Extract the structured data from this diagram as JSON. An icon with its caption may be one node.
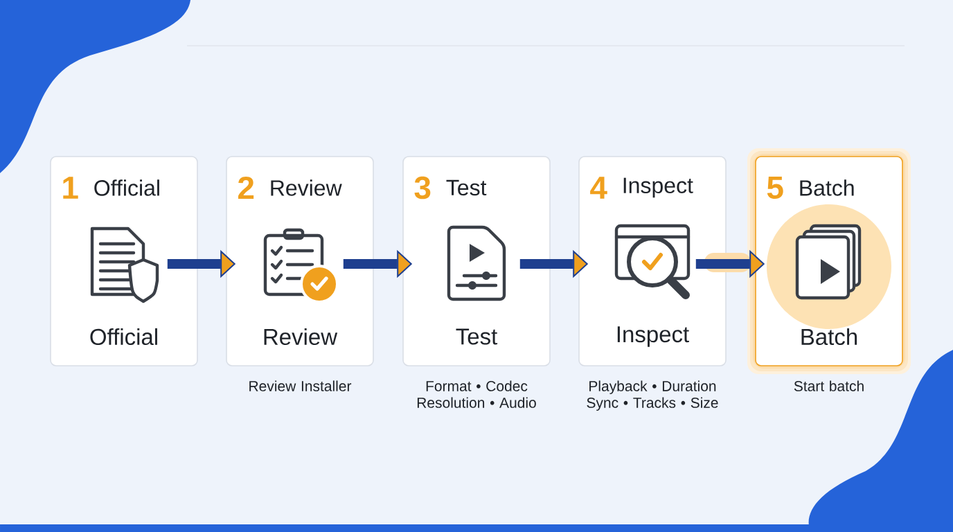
{
  "diagram": {
    "nodes": [
      {
        "text": [
          "1",
          "Official",
          "Official"
        ]
      },
      {
        "text": [
          "2",
          "Review",
          "Review"
        ],
        "beside": [
          "Review Installer"
        ]
      },
      {
        "text": [
          "3",
          "Test",
          "Test"
        ],
        "beside": [
          "Format • Codec Resolution • Audio"
        ]
      },
      {
        "text": [
          "4",
          "Inspect",
          "Inspect"
        ],
        "beside": [
          "Playback • Duration Sync • Tracks • Size"
        ]
      },
      {
        "text": [
          "5",
          "Batch",
          "Batch"
        ],
        "beside": [
          "Start batch"
        ]
      }
    ],
    "edges": [
      {
        "from": 0,
        "to": 1,
        "arrow": "to"
      },
      {
        "from": 1,
        "to": 2,
        "arrow": "to"
      },
      {
        "from": 2,
        "to": 3,
        "arrow": "to"
      },
      {
        "from": 3,
        "to": 4,
        "arrow": "to"
      }
    ]
  }
}
